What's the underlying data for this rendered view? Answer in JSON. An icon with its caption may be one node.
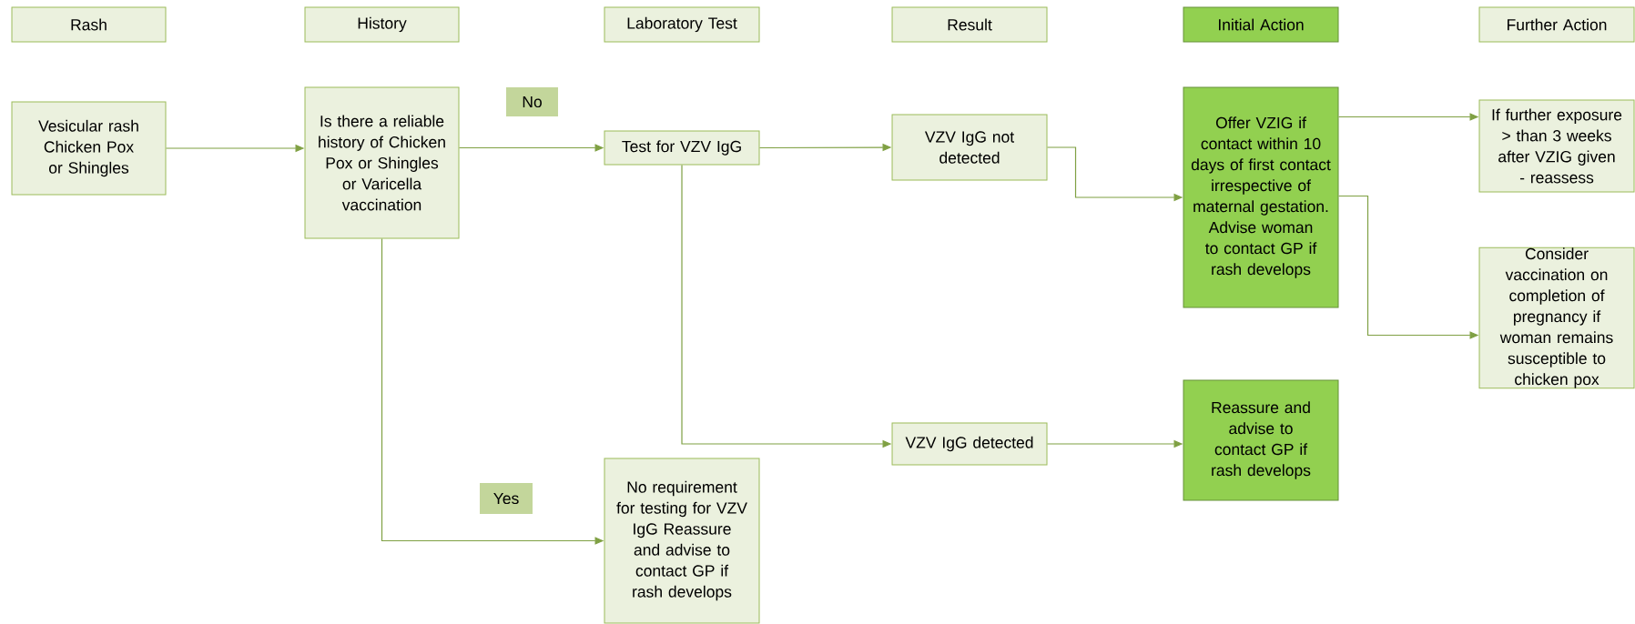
{
  "diagram": {
    "nodes": [
      {
        "text": [
          "Rash"
        ]
      },
      {
        "text": [
          "History"
        ]
      },
      {
        "text": [
          "Laboratory Test"
        ]
      },
      {
        "text": [
          "Result"
        ]
      },
      {
        "text": [
          "Initial Action"
        ]
      },
      {
        "text": [
          "Further Action"
        ]
      },
      {
        "text": [
          "Vesicular rash Chicken Pox or Shingles"
        ]
      },
      {
        "text": [
          "Is there a reliable history of Chicken Pox or Shingles or Varicella vaccination"
        ]
      },
      {
        "text": [
          "No"
        ]
      },
      {
        "text": [
          "Test for VZV IgG"
        ]
      },
      {
        "text": [
          "VZV IgG not detected"
        ]
      },
      {
        "text": [
          "Offer VZIG if contact within 10 days of first contact irrespective of maternal gestation. Advise woman to contact GP if rash develops"
        ]
      },
      {
        "text": [
          "If further exposure > than 3 weeks after VZIG given - reassess"
        ]
      },
      {
        "text": [
          "Consider vaccination on completion of pregnancy if woman remains susceptible to chicken pox"
        ]
      },
      {
        "text": [
          "VZV IgG detected"
        ]
      },
      {
        "text": [
          "Reassure and advise to contact GP if rash develops"
        ]
      },
      {
        "text": [
          "Yes"
        ]
      },
      {
        "text": [
          "No requirement for testing for VZV IgG Reassure and advise to contact GP if rash develops"
        ]
      }
    ],
    "edges": [
      {
        "from": 6,
        "to": 7,
        "arrow": "to"
      },
      {
        "from": 7,
        "to": 9,
        "arrow": "to"
      },
      {
        "from": 9,
        "to": 10,
        "arrow": "to"
      },
      {
        "from": 10,
        "to": 11,
        "arrow": "to"
      },
      {
        "from": 11,
        "to": 12,
        "arrow": "to"
      },
      {
        "from": 11,
        "to": 13,
        "arrow": "to"
      },
      {
        "from": 9,
        "to": 14,
        "arrow": "to"
      },
      {
        "from": 14,
        "to": 15,
        "arrow": "to"
      },
      {
        "from": 7,
        "to": 17,
        "arrow": "to"
      }
    ]
  }
}
